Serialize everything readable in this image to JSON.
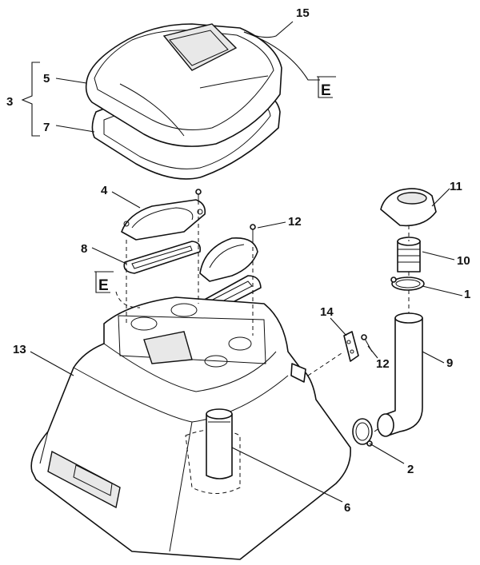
{
  "callouts": {
    "c15": "15",
    "c3": "3",
    "c5": "5",
    "c7": "7",
    "c4": "4",
    "c8": "8",
    "c12a": "12",
    "c11": "11",
    "c10": "10",
    "c1": "1",
    "c14": "14",
    "c12b": "12",
    "c9": "9",
    "c13": "13",
    "c2": "2",
    "c6": "6"
  },
  "references": {
    "ref_top": "E",
    "ref_mid": "E"
  }
}
